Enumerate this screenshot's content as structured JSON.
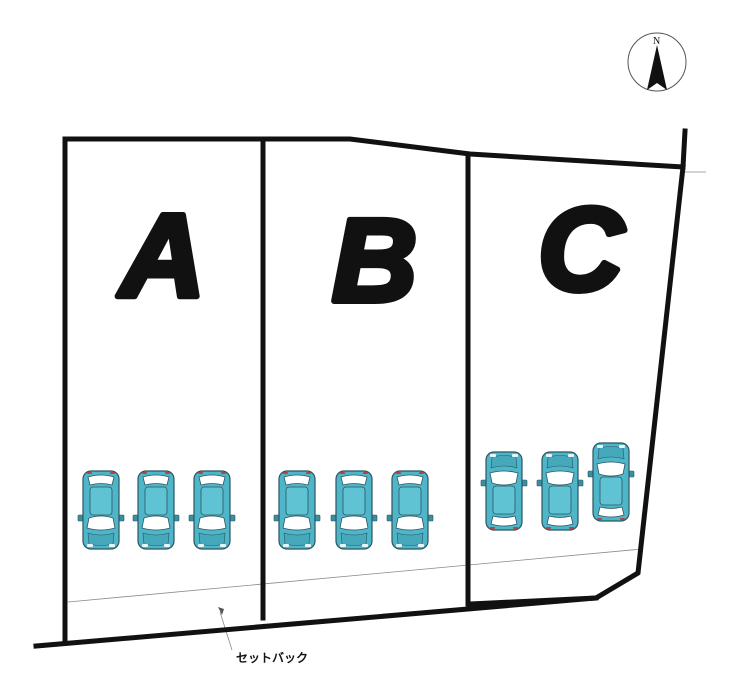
{
  "north": {
    "label": "N",
    "icon": "north-arrow-icon"
  },
  "lots": [
    {
      "id": "lot-a",
      "label": "A",
      "parking_spaces": 3
    },
    {
      "id": "lot-b",
      "label": "B",
      "parking_spaces": 3
    },
    {
      "id": "lot-c",
      "label": "C",
      "parking_spaces": 3
    }
  ],
  "setback": {
    "label": "セットバック"
  },
  "colors": {
    "boundary": "#111111",
    "car_body": "#4fb6c9",
    "car_window": "#ffffff",
    "car_outline": "#2b5560",
    "thin_line": "#8a8a8a"
  },
  "icons": {
    "car": "car-icon"
  }
}
